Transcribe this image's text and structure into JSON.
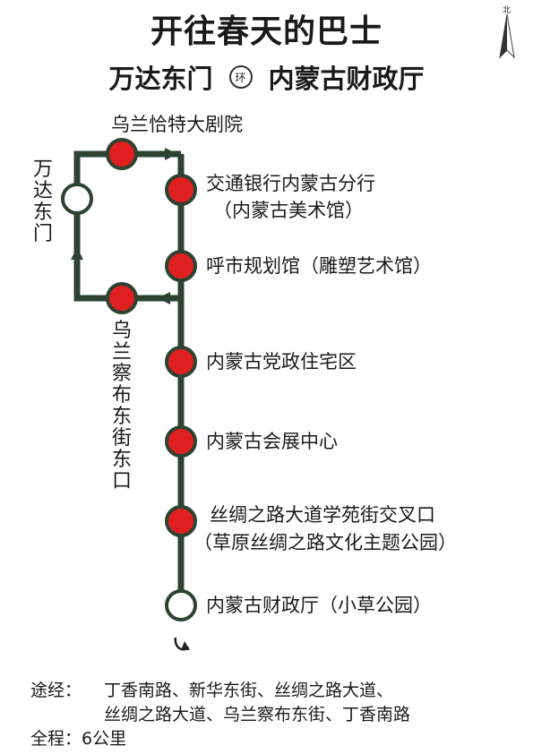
{
  "title": "开往春天的巴士",
  "subtitle": {
    "from": "万达东门",
    "loop_icon_text": "环",
    "to": "内蒙古财政厅"
  },
  "compass_label": "北",
  "stops_main": [
    {
      "name": "交通银行内蒙古分行",
      "note": "（内蒙古美术馆）",
      "type": "red"
    },
    {
      "name": "呼市规划馆（雕塑艺术馆）",
      "type": "red"
    },
    {
      "name": "内蒙古党政住宅区",
      "type": "red"
    },
    {
      "name": "内蒙古会展中心",
      "type": "red"
    },
    {
      "name": "丝绸之路大道学苑街交叉口",
      "note": "（草原丝绸之路文化主题公园）",
      "type": "red"
    },
    {
      "name": "内蒙古财政厅（小草公园）",
      "type": "white"
    }
  ],
  "stops_loop": {
    "top": "乌兰恰特大剧院",
    "left": "万达东门",
    "bottom": "乌兰察布东街东口"
  },
  "colors": {
    "line": "#2e4232",
    "stop": "#e02020",
    "text": "#1a1a1a"
  },
  "footer": {
    "route_label": "途经：",
    "route_line1": "丁香南路、新华东街、丝绸之路大道、",
    "route_line2": "丝绸之路大道、乌兰察布东街、丁香南路",
    "length_label": "全程：",
    "length_value": "6公里"
  }
}
